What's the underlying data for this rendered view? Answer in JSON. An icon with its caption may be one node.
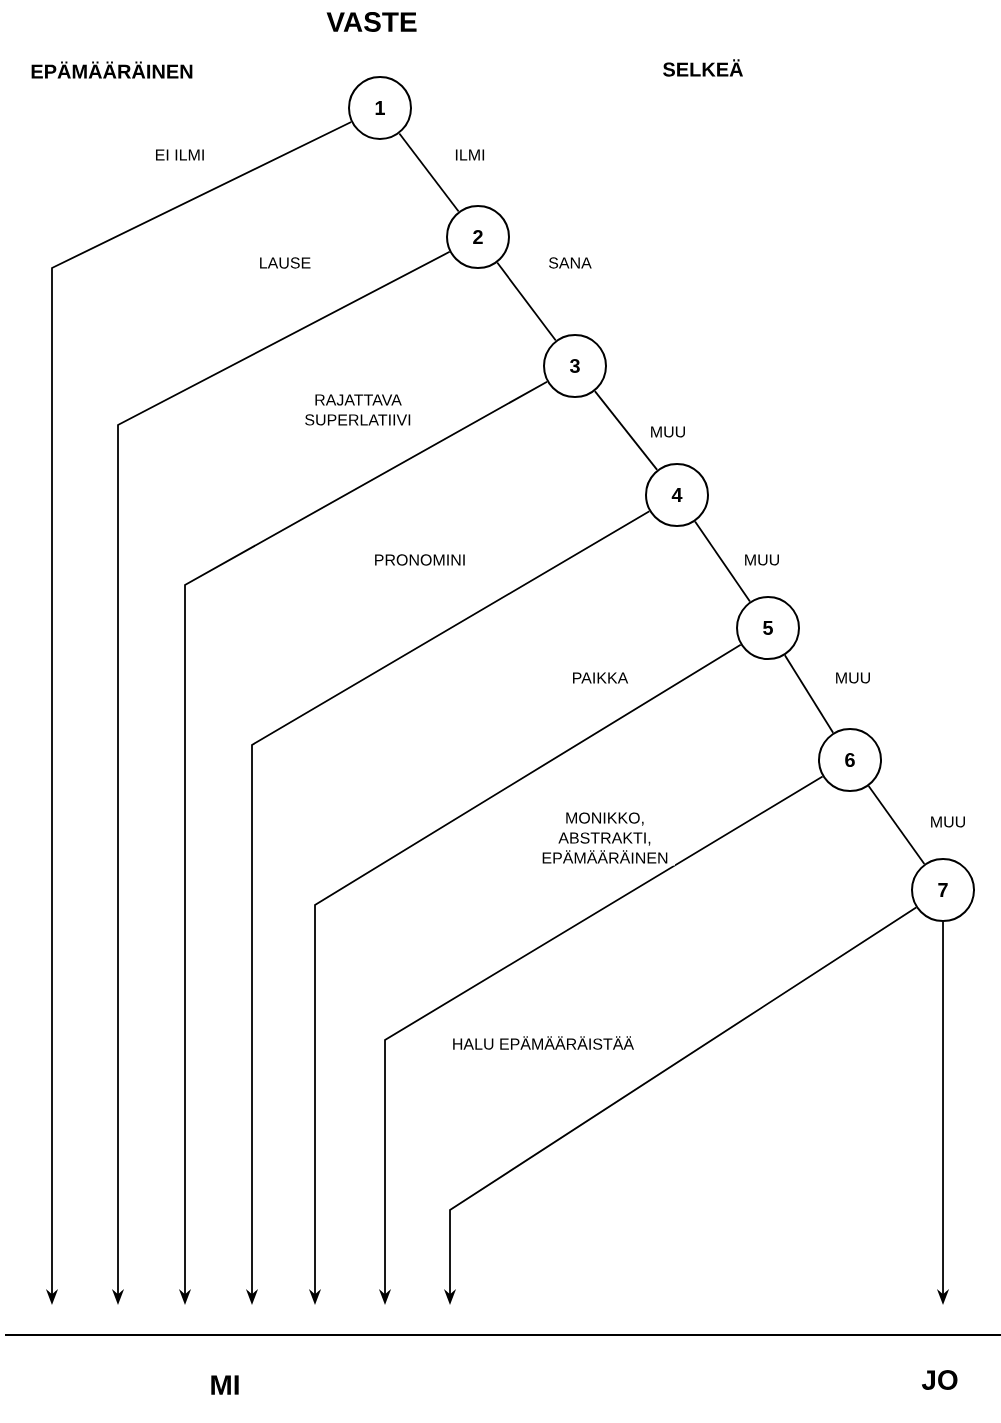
{
  "diagram": {
    "nodes": [
      {
        "text": [
          "1"
        ]
      },
      {
        "text": [
          "2"
        ]
      },
      {
        "text": [
          "3"
        ]
      },
      {
        "text": [
          "4"
        ]
      },
      {
        "text": [
          "5"
        ]
      },
      {
        "text": [
          "6"
        ]
      },
      {
        "text": [
          "7"
        ]
      }
    ],
    "edges": [
      {
        "from": 0,
        "to": 1,
        "arrow": "none",
        "label": "ILMI"
      },
      {
        "from": 1,
        "to": 2,
        "arrow": "none",
        "label": "SANA"
      },
      {
        "from": 2,
        "to": 3,
        "arrow": "none",
        "label": "MUU"
      },
      {
        "from": 3,
        "to": 4,
        "arrow": "none",
        "label": "MUU"
      },
      {
        "from": 4,
        "to": 5,
        "arrow": "none",
        "label": "MUU"
      },
      {
        "from": 5,
        "to": 6,
        "arrow": "none",
        "label": "MUU"
      },
      {
        "from": 0,
        "to": null,
        "arrow": "to",
        "label": "EI ILMI"
      },
      {
        "from": 1,
        "to": null,
        "arrow": "to",
        "label": "LAUSE"
      },
      {
        "from": 2,
        "to": null,
        "arrow": "to",
        "label": "RAJATTAVA SUPERLATIIVI"
      },
      {
        "from": 3,
        "to": null,
        "arrow": "to",
        "label": "PRONOMINI"
      },
      {
        "from": 4,
        "to": null,
        "arrow": "to",
        "label": "PAIKKA"
      },
      {
        "from": 5,
        "to": null,
        "arrow": "to",
        "label": "MONIKKO, ABSTRAKTI, EPÄMÄÄRÄINEN"
      },
      {
        "from": 6,
        "to": null,
        "arrow": "to",
        "label": "HALU EPÄMÄÄRÄISTÄÄ"
      },
      {
        "from": 6,
        "to": null,
        "arrow": "to"
      }
    ],
    "labels": [
      "VASTE",
      "EPÄMÄÄRÄINEN",
      "SELKEÄ",
      "MI",
      "JO"
    ]
  }
}
